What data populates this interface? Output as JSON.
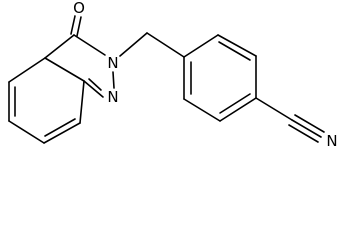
{
  "molecule": {
    "atoms": {
      "carbonyl_oxygen": "O",
      "ring_n2": "N",
      "ring_n1": "N",
      "nitrile_n": "N"
    }
  }
}
